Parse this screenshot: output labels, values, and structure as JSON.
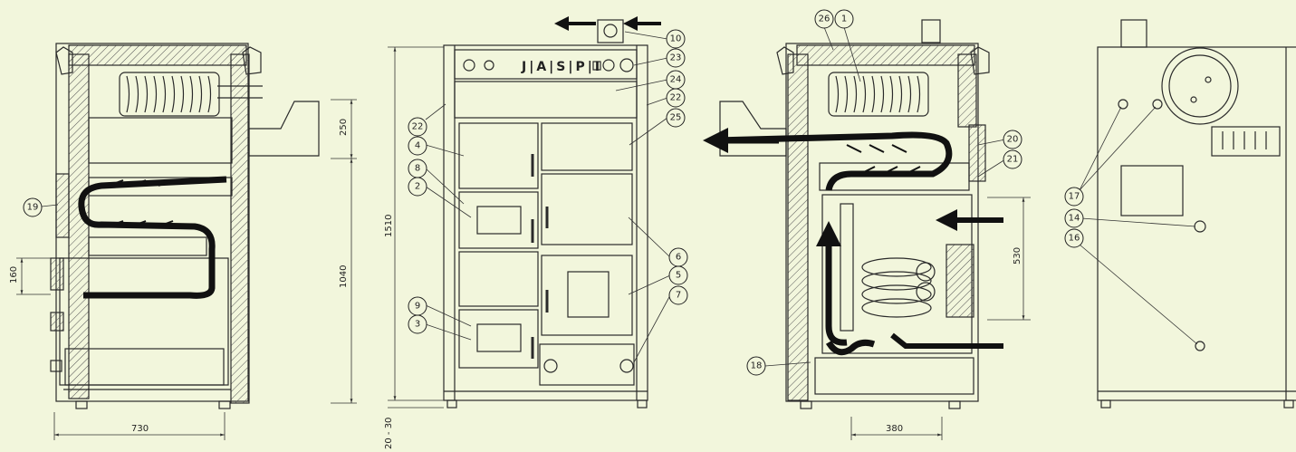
{
  "brand": "J|A|S|P|I",
  "dimensions": {
    "width_730": "730",
    "height_250": "250",
    "height_160": "160",
    "height_1040": "1040",
    "height_1510": "1510",
    "feet_20_30": "20 - 30",
    "depth_380": "380",
    "height_530": "530"
  },
  "callouts": {
    "c19": "19",
    "c10": "10",
    "c23": "23",
    "c24": "24",
    "c22a": "22",
    "c22b": "22",
    "c25": "25",
    "c4": "4",
    "c8": "8",
    "c2": "2",
    "c6": "6",
    "c5": "5",
    "c7": "7",
    "c9": "9",
    "c3": "3",
    "c26": "26",
    "c1": "1",
    "c20": "20",
    "c21": "21",
    "c18": "18",
    "c17": "17",
    "c14": "14",
    "c16": "16"
  },
  "colors": {
    "background": "#f2f6dc",
    "line": "#2a2a2a",
    "flow": "#111111",
    "hatch": "#555555"
  }
}
